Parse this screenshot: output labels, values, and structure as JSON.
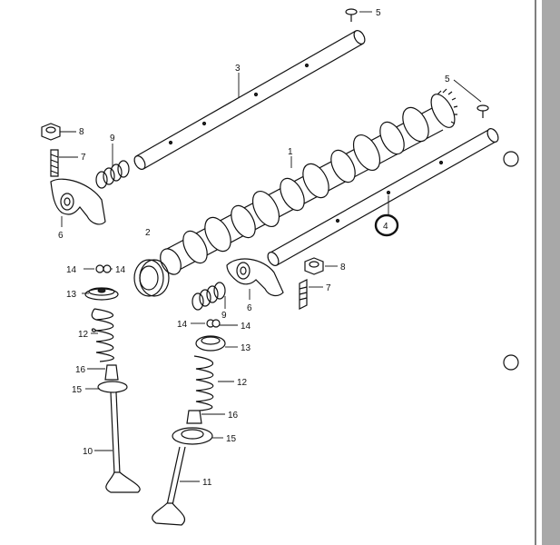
{
  "labels": {
    "l1": "1",
    "l2": "2",
    "l3": "3",
    "l4": "4",
    "l5a": "5",
    "l5b": "5",
    "l6a": "6",
    "l6b": "6",
    "l7a": "7",
    "l7b": "7",
    "l8a": "8",
    "l8b": "8",
    "l9a": "9",
    "l9b": "9",
    "l10": "10",
    "l11": "11",
    "l12a": "12",
    "l12b": "12",
    "l13a": "13",
    "l13b": "13",
    "l14a": "14",
    "l14b": "14",
    "l14c": "14",
    "l14d": "14",
    "l15a": "15",
    "l15b": "15",
    "l16a": "16",
    "l16b": "16"
  },
  "colors": {
    "line": "#111111",
    "sidebar": "#a8a8a8",
    "background": "#ffffff"
  }
}
